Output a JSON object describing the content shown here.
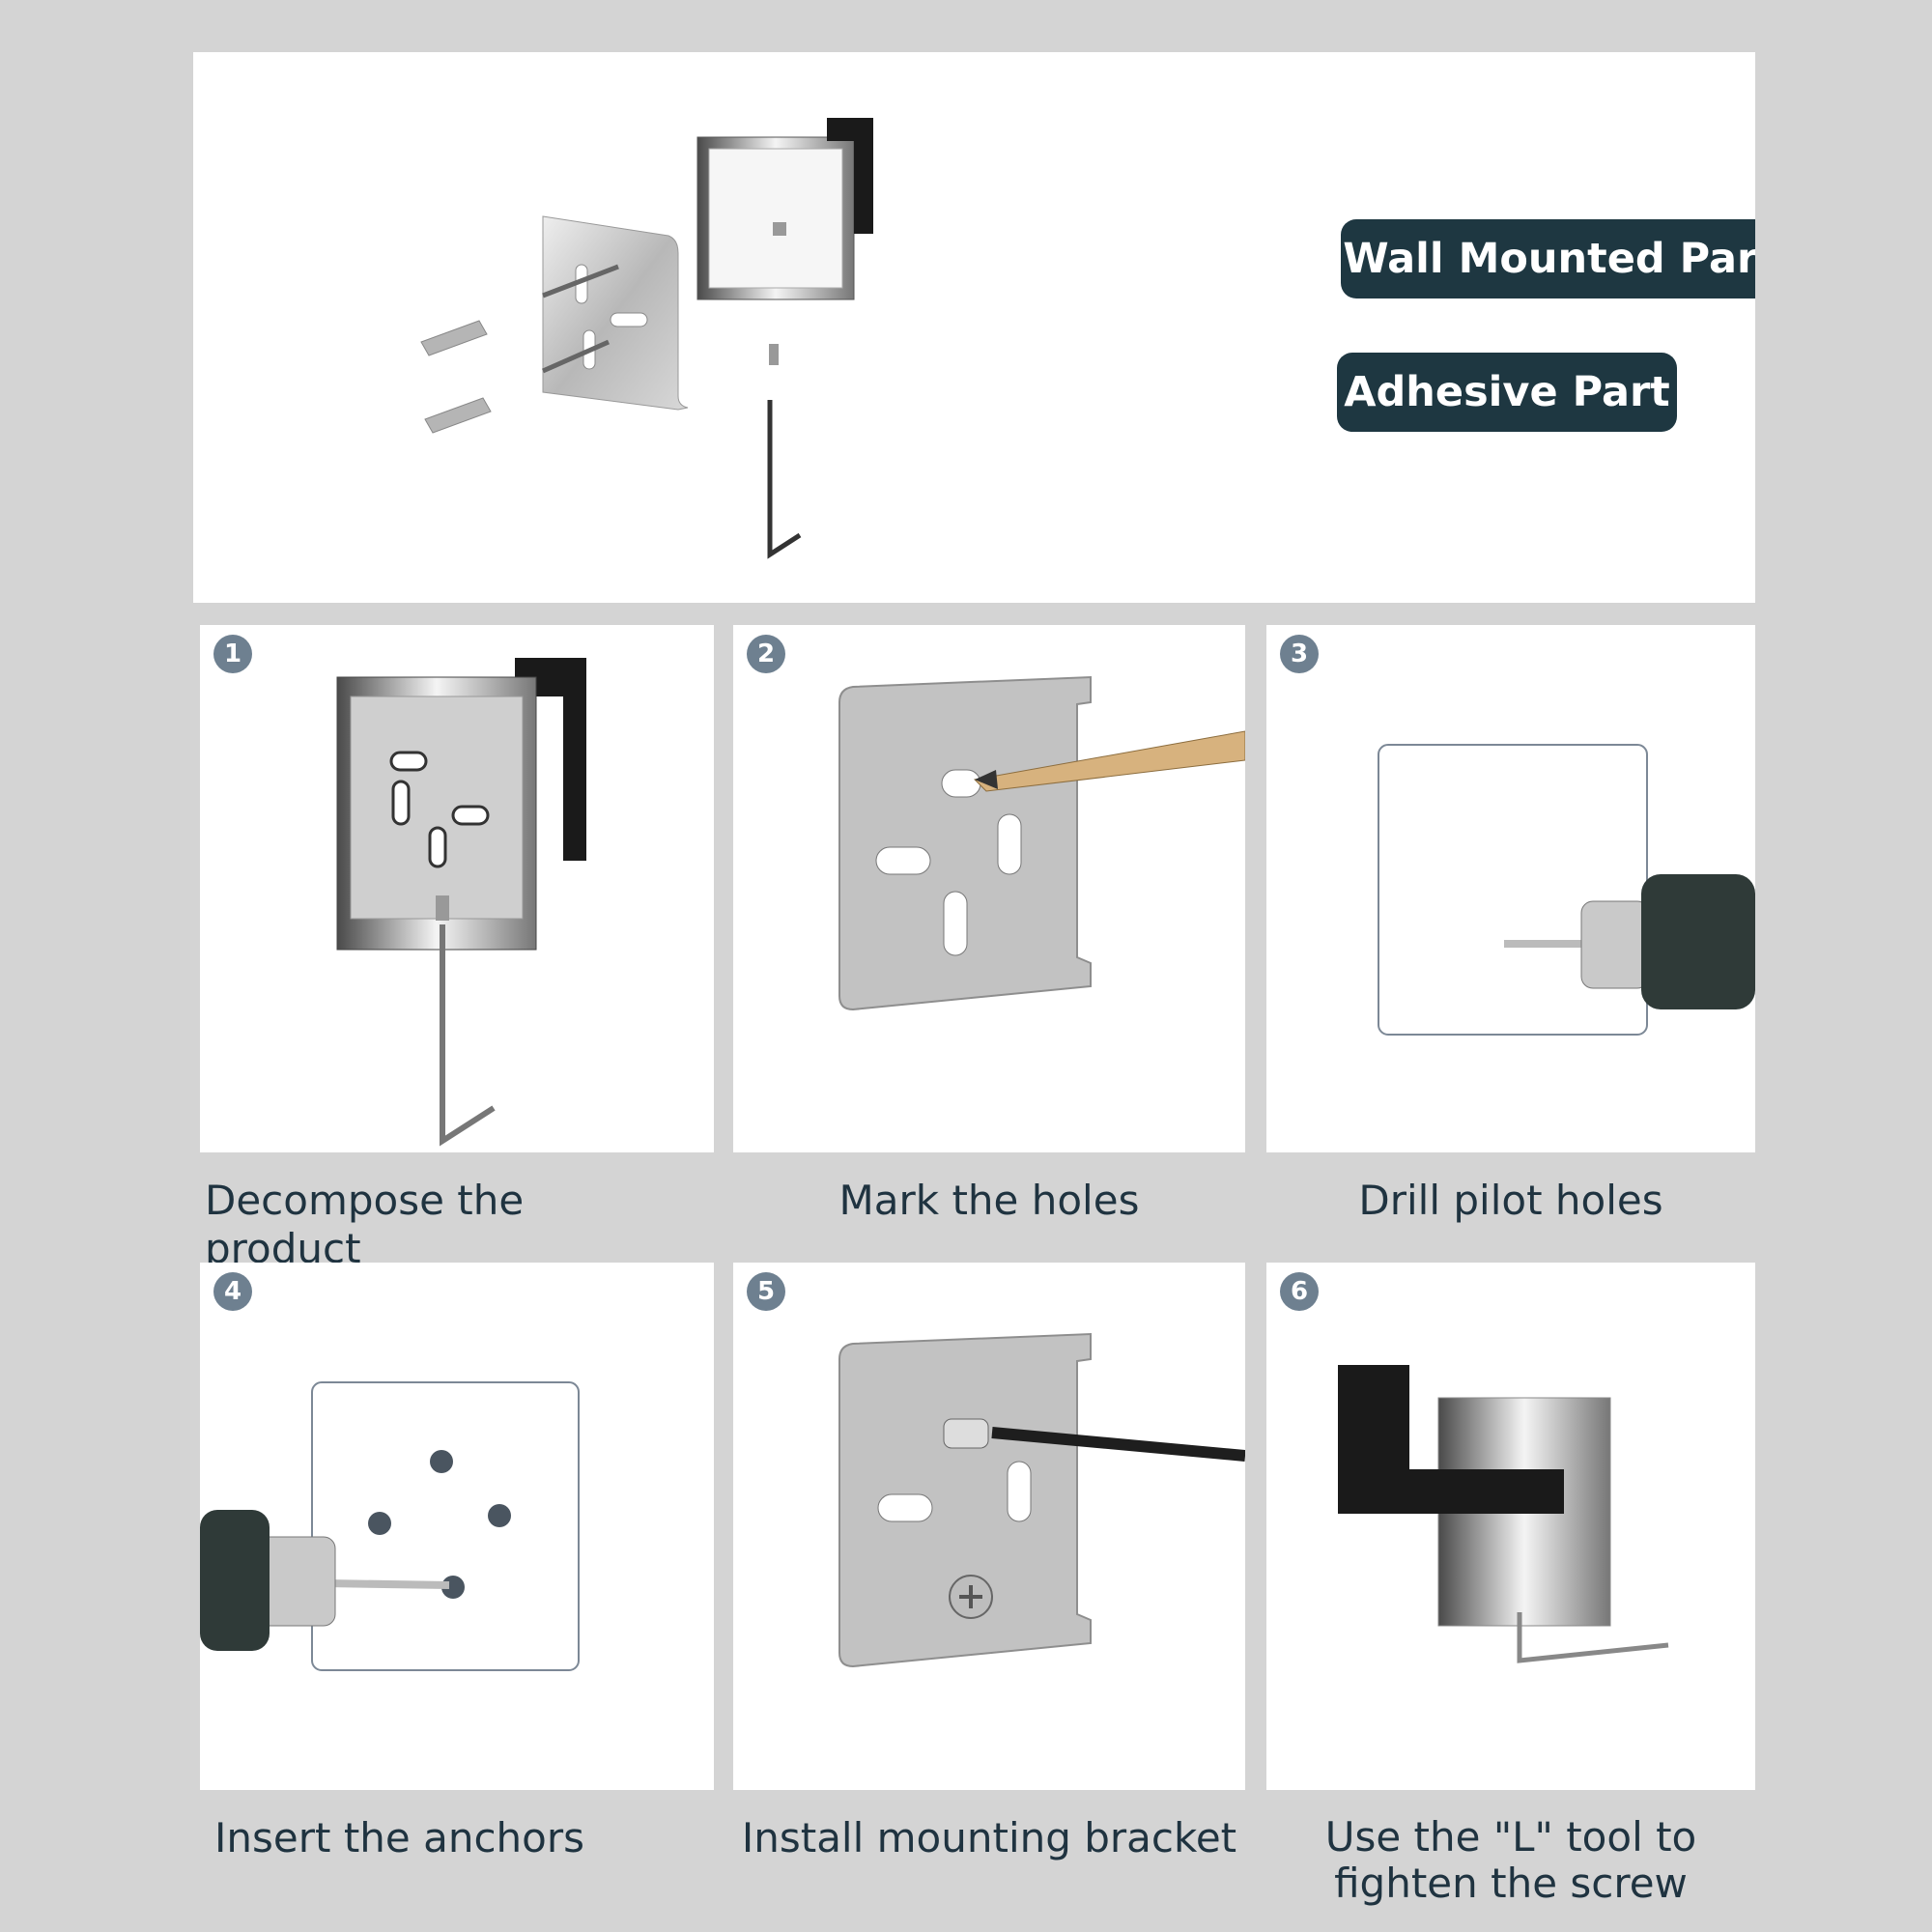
{
  "legend": {
    "wall_mounted": "Wall Mounted Part",
    "adhesive": "Adhesive Part"
  },
  "steps": [
    {
      "number": "1",
      "caption": "Decompose the product"
    },
    {
      "number": "2",
      "caption": "Mark the holes"
    },
    {
      "number": "3",
      "caption": "Drill pilot holes"
    },
    {
      "number": "4",
      "caption": "Insert the anchors"
    },
    {
      "number": "5",
      "caption": "Install mounting bracket"
    },
    {
      "number": "6",
      "caption": "Use the \"L\" tool to fighten the screw"
    }
  ],
  "colors": {
    "pill_bg": "#1e3741",
    "badge_bg": "#6e8090",
    "caption_text": "#1f3340",
    "page_bg": "#d4d4d4"
  }
}
